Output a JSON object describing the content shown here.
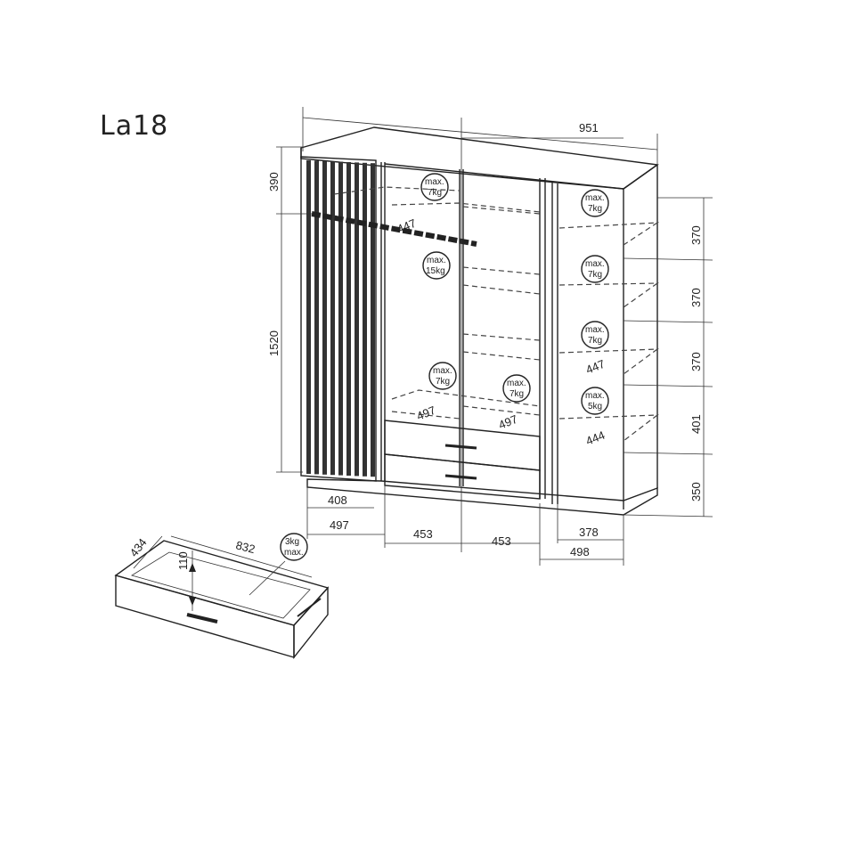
{
  "model": "La18",
  "width_dims": {
    "total": "951",
    "left_depth": "408",
    "col1": "497",
    "col2": "453",
    "col3": "453",
    "right_depth": "378",
    "col4": "498"
  },
  "height_dims_left": [
    "390",
    "1520"
  ],
  "height_dims_right": [
    "370",
    "370",
    "370",
    "401",
    "350"
  ],
  "inner_dims": [
    "447",
    "447",
    "497",
    "497",
    "444"
  ],
  "loads": {
    "shelf_top_left": [
      "max.",
      "7kg"
    ],
    "rail": [
      "max.",
      "15kg"
    ],
    "shelf_left_low": [
      "max.",
      "7kg"
    ],
    "shelf_mid_low": [
      "max.",
      "7kg"
    ],
    "shelf_r1": [
      "max.",
      "7kg"
    ],
    "shelf_r2": [
      "max.",
      "7kg"
    ],
    "shelf_r3": [
      "max.",
      "7kg"
    ],
    "shelf_r4": [
      "max.",
      "5kg"
    ],
    "drawer": [
      "3kg",
      "max."
    ]
  },
  "drawer_dims": {
    "depth": "434",
    "width": "832",
    "height": "110"
  }
}
